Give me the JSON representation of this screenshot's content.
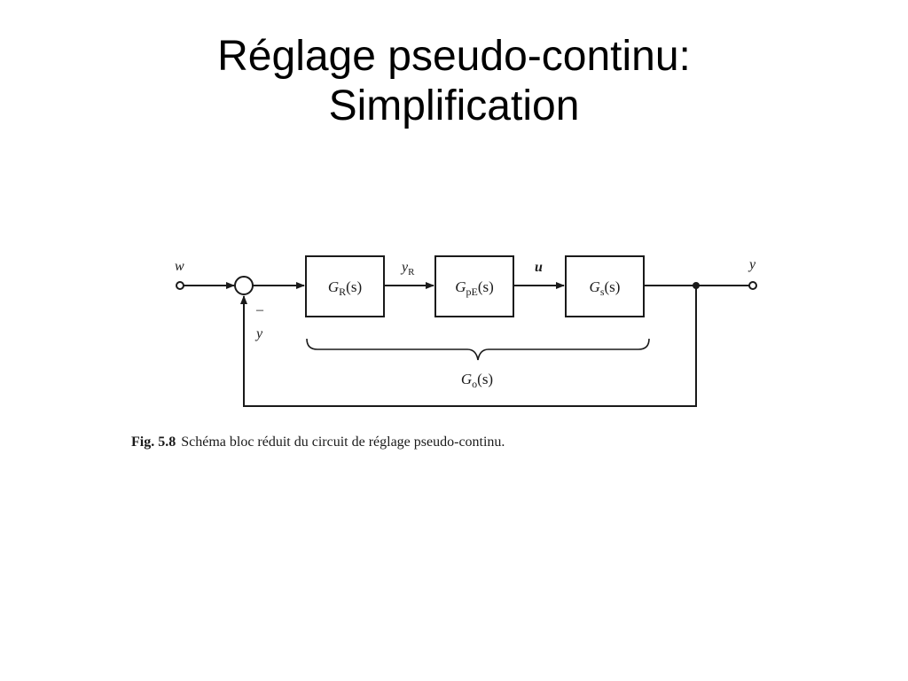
{
  "slide": {
    "title_line1": "Réglage pseudo-continu:",
    "title_line2": "Simplification"
  },
  "diagram": {
    "input_label": "w",
    "output_label": "y",
    "feedback_label": "y",
    "feedback_sign": "–",
    "blocks": [
      {
        "main": "G",
        "sub": "R",
        "arg": "(s)"
      },
      {
        "main": "G",
        "sub": "pE",
        "arg": "(s)"
      },
      {
        "main": "G",
        "sub": "s",
        "arg": "(s)"
      }
    ],
    "signals": [
      {
        "main": "y",
        "sub": "R"
      },
      {
        "main": "u",
        "sub": ""
      }
    ],
    "brace_label": {
      "main": "G",
      "sub": "o",
      "arg": "(s)"
    },
    "caption_number": "Fig. 5.8",
    "caption_text": "Schéma bloc réduit du circuit de réglage pseudo-continu."
  }
}
